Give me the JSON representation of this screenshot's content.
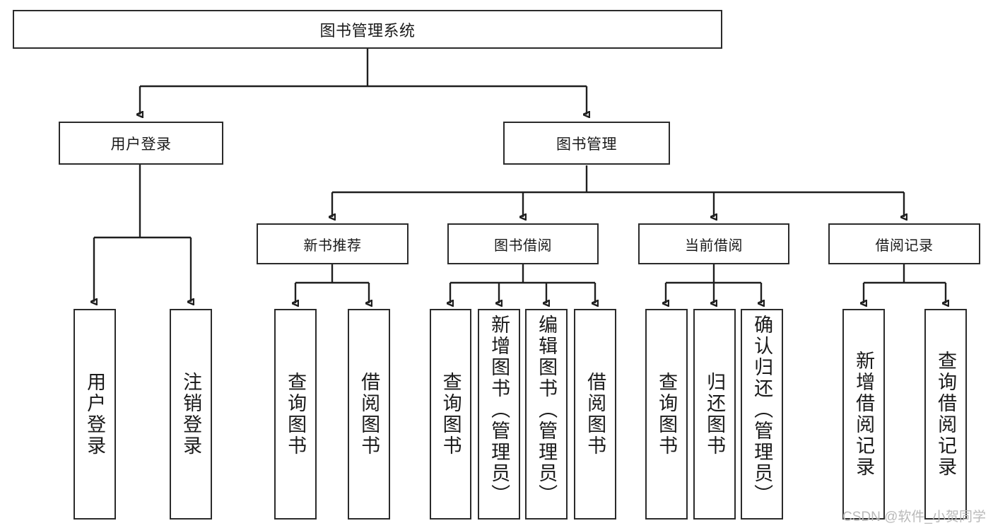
{
  "diagram": {
    "title": "图书管理系统",
    "watermark": "CSDN @软件_小贺同学",
    "root": {
      "label": "图书管理系统"
    },
    "level2": [
      {
        "label": "用户登录"
      },
      {
        "label": "图书管理"
      }
    ],
    "level3": [
      {
        "label": "新书推荐"
      },
      {
        "label": "图书借阅"
      },
      {
        "label": "当前借阅"
      },
      {
        "label": "借阅记录"
      }
    ],
    "leaves": {
      "user_login": [
        {
          "label": "用户登录"
        },
        {
          "label": "注销登录"
        }
      ],
      "new_book_recommend": [
        {
          "label": "查询图书"
        },
        {
          "label": "借阅图书"
        }
      ],
      "book_borrow": [
        {
          "label": "查询图书"
        },
        {
          "label": "新增图书（管理员）"
        },
        {
          "label": "编辑图书（管理员）"
        },
        {
          "label": "借阅图书"
        }
      ],
      "current_borrow": [
        {
          "label": "查询图书"
        },
        {
          "label": "归还图书"
        },
        {
          "label": "确认归还（管理员）"
        }
      ],
      "borrow_record": [
        {
          "label": "新增借阅记录"
        },
        {
          "label": "查询借阅记录"
        }
      ]
    }
  },
  "style": {
    "line_color": "#1f1f1f",
    "box_border": "#2b2b2b",
    "box_fill": "#ffffff",
    "text_color": "#1a1a1a",
    "watermark_color": "#b9b9b9"
  }
}
